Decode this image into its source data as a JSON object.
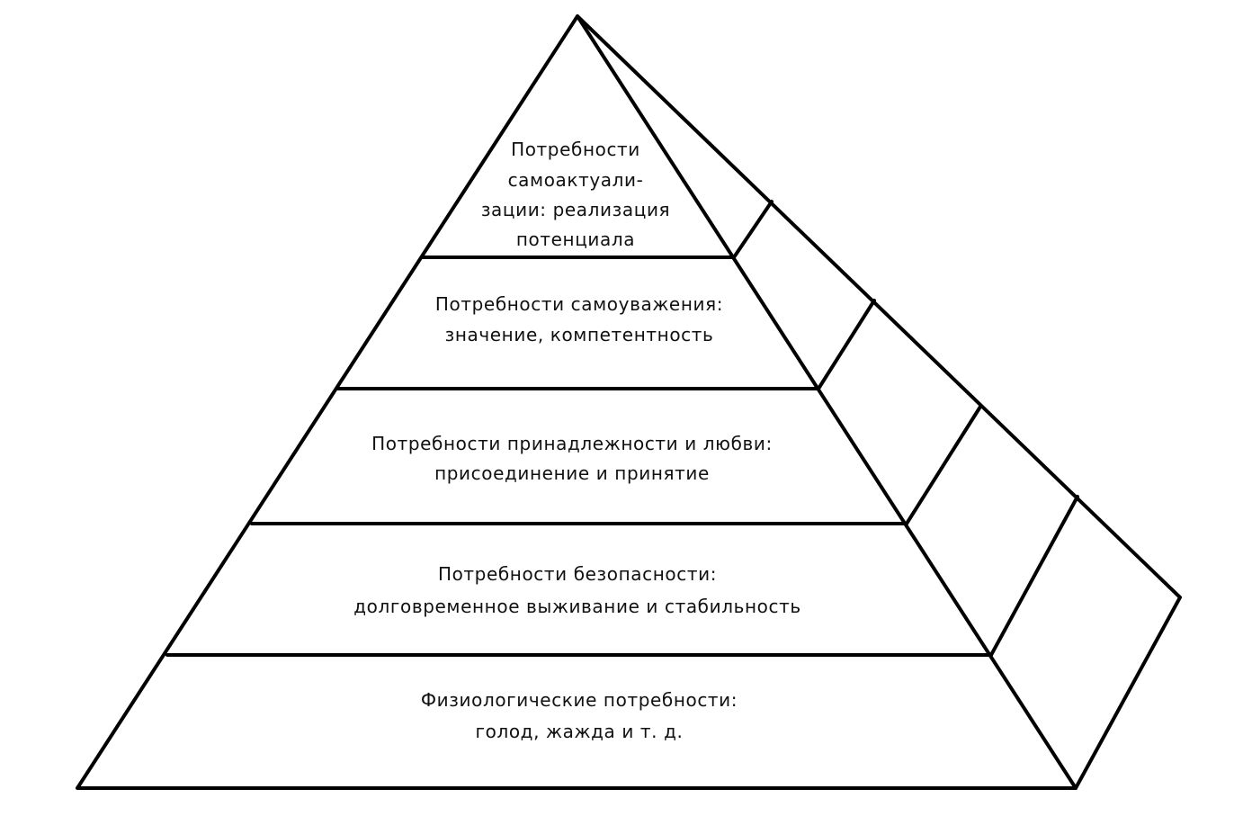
{
  "diagram": {
    "levels": [
      {
        "id": "self-actualization",
        "lines": [
          "Потребности",
          "самоактуали-",
          "зации: реализация",
          "потенциала"
        ]
      },
      {
        "id": "esteem",
        "lines": [
          "Потребности самоуважения:",
          "значение, компетентность"
        ]
      },
      {
        "id": "belonging",
        "lines": [
          "Потребности принадлежности и любви:",
          "присоединение и принятие"
        ]
      },
      {
        "id": "safety",
        "lines": [
          "Потребности безопасности:",
          "долговременное выживание и стабильность"
        ]
      },
      {
        "id": "physiological",
        "lines": [
          "Физиологические потребности:",
          "голод, жажда и т. д."
        ]
      }
    ],
    "line_color": "#000000",
    "text_color": "#111111",
    "background": "#ffffff"
  }
}
